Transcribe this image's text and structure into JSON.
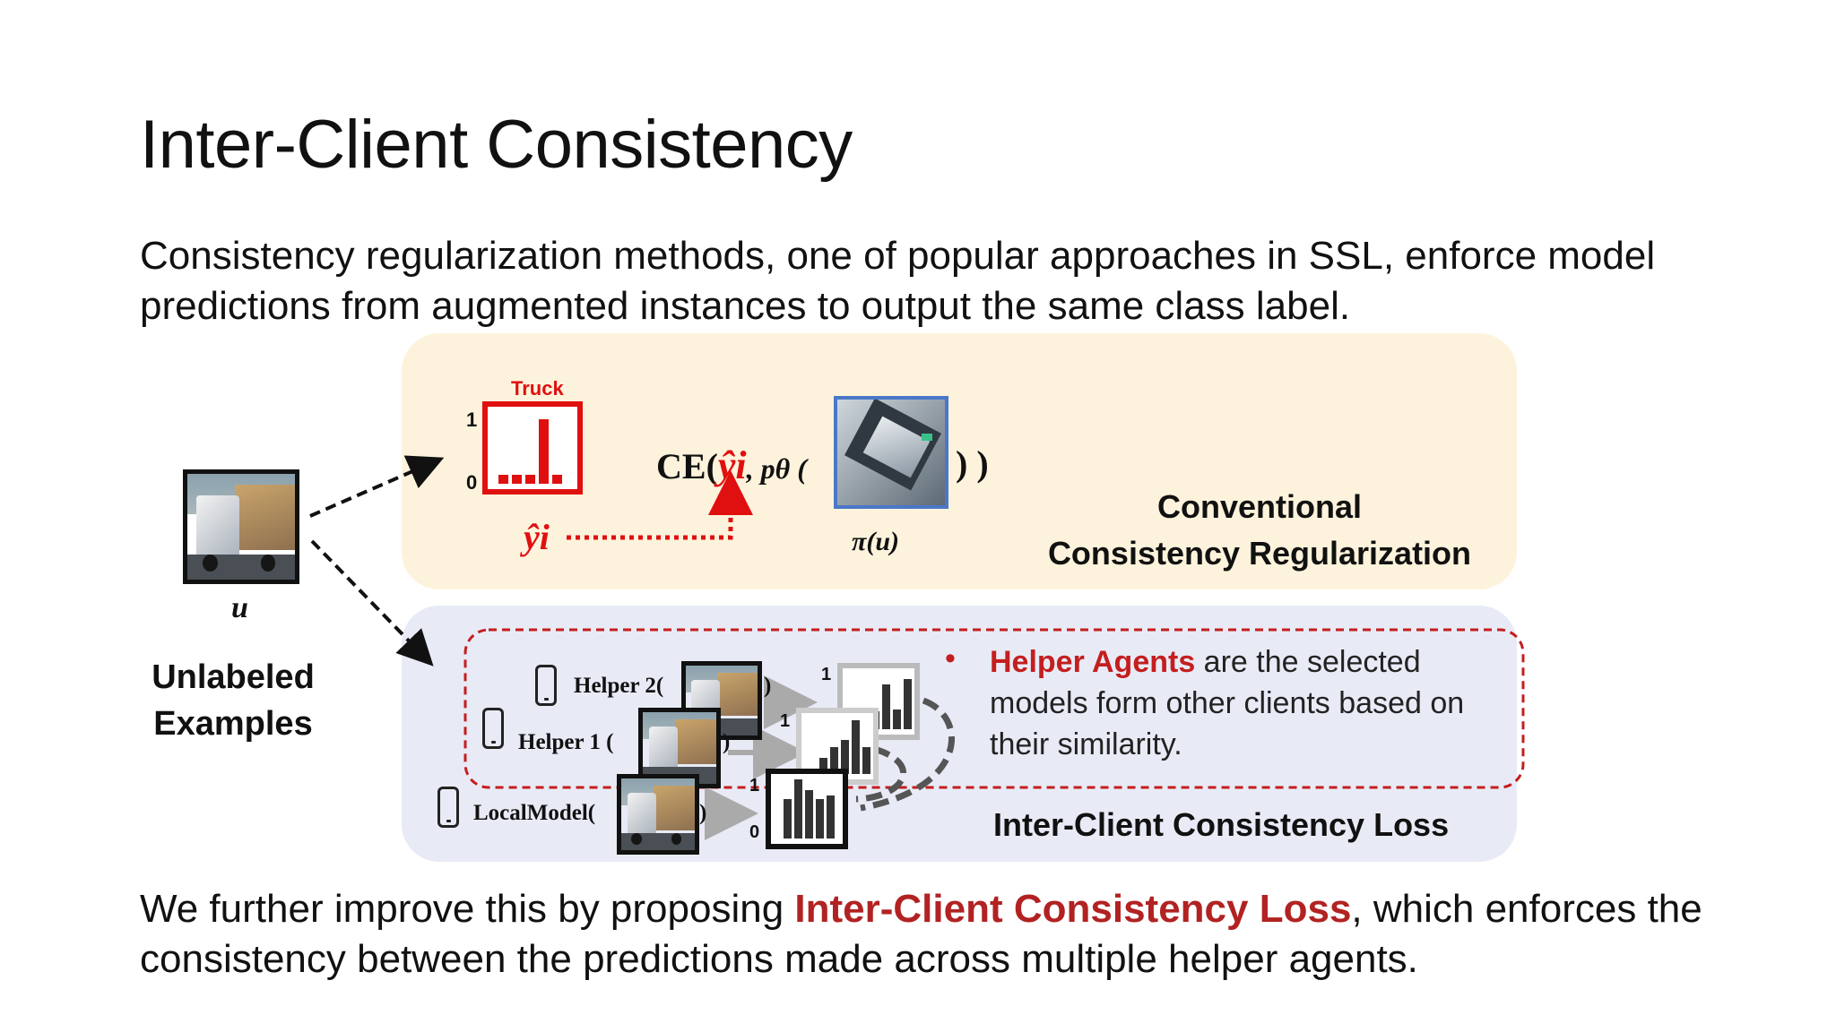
{
  "slide": {
    "title": "Inter-Client Consistency",
    "intro_line1": "Consistency regularization methods, one of popular approaches in SSL, enforce model",
    "intro_line2": "predictions from augmented instances to output the same class label.",
    "outro_line1_pre": "We further improve this by proposing ",
    "outro_line1_hl": "Inter-Client Consistency Loss",
    "outro_line1_post": ", which enforces the",
    "outro_line2": "consistency between the predictions made across multiple helper agents."
  },
  "input": {
    "symbol": "u",
    "caption_line1": "Unlabeled",
    "caption_line2": "Examples"
  },
  "conventional": {
    "class_label": "Truck",
    "axis_top": "1",
    "axis_bottom": "0",
    "pseudo_label": "ŷi",
    "ce_prefix": "CE(",
    "ce_yhat": "ŷi",
    "ce_p": ", pθ (",
    "ce_close": ") )",
    "augment_label": "π(u)",
    "caption_line1": "Conventional",
    "caption_line2": "Consistency Regularization"
  },
  "inter_client": {
    "helper2": "Helper 2(",
    "helper1": "Helper 1 (",
    "local": "LocalModel(",
    "close_paren": ")",
    "axis_top": "1",
    "axis_bottom": "0",
    "bullet": "•",
    "note_hl": "Helper Agents",
    "note_rest": " are the selected",
    "note_line2": "models form other clients based on",
    "note_line3": "their similarity.",
    "caption": "Inter-Client Consistency Loss"
  },
  "colors": {
    "accent_red": "#b22222",
    "bright_red": "#e01010",
    "conv_panel": "#fdf3dc",
    "ic_panel": "#e8ebf6"
  },
  "icons": [
    "phone-icon",
    "truck-thumbnail",
    "histogram-icon"
  ]
}
